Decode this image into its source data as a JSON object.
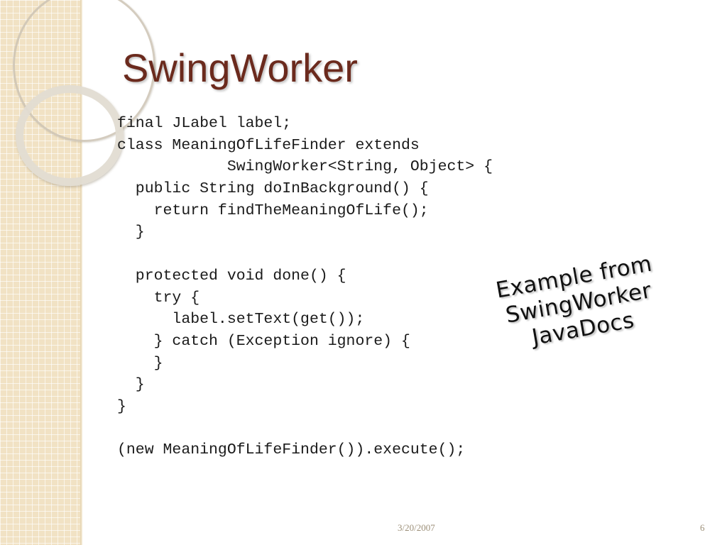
{
  "slide": {
    "title": "SwingWorker",
    "code_lines": [
      "final JLabel label;",
      "class MeaningOfLifeFinder extends",
      "            SwingWorker<String, Object> {",
      "  public String doInBackground() {",
      "    return findTheMeaningOfLife();",
      "  }",
      "",
      "  protected void done() {",
      "    try {",
      "      label.setText(get());",
      "    } catch (Exception ignore) {",
      "    }",
      "  }",
      "}",
      "",
      "(new MeaningOfLifeFinder()).execute();"
    ],
    "callout_lines": [
      "Example from",
      "SwingWorker",
      "JavaDocs"
    ],
    "footer": {
      "date": "3/20/2007",
      "page_number": "6"
    }
  },
  "colors": {
    "title": "#6b2a1d",
    "side_panel": "#f1e2c4",
    "footer": "#9c8f78"
  }
}
